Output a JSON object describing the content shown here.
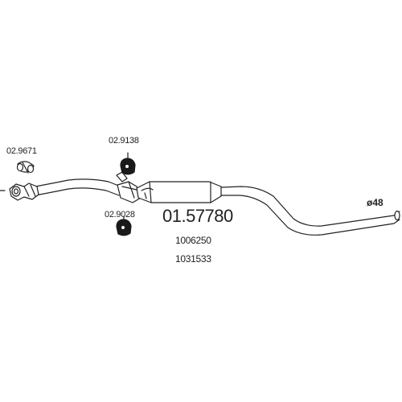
{
  "diagram": {
    "main_part_number": "01.57780",
    "oem_numbers": [
      "1006250",
      "1031533"
    ],
    "pipe_diameter": "ø48",
    "parts": {
      "clamp": "02.9671",
      "hanger_upper": "02.9138",
      "hanger_lower": "02.9028"
    }
  },
  "colors": {
    "line": "#222222",
    "fill": "#ffffff",
    "rubber": "#1a1a1a"
  }
}
